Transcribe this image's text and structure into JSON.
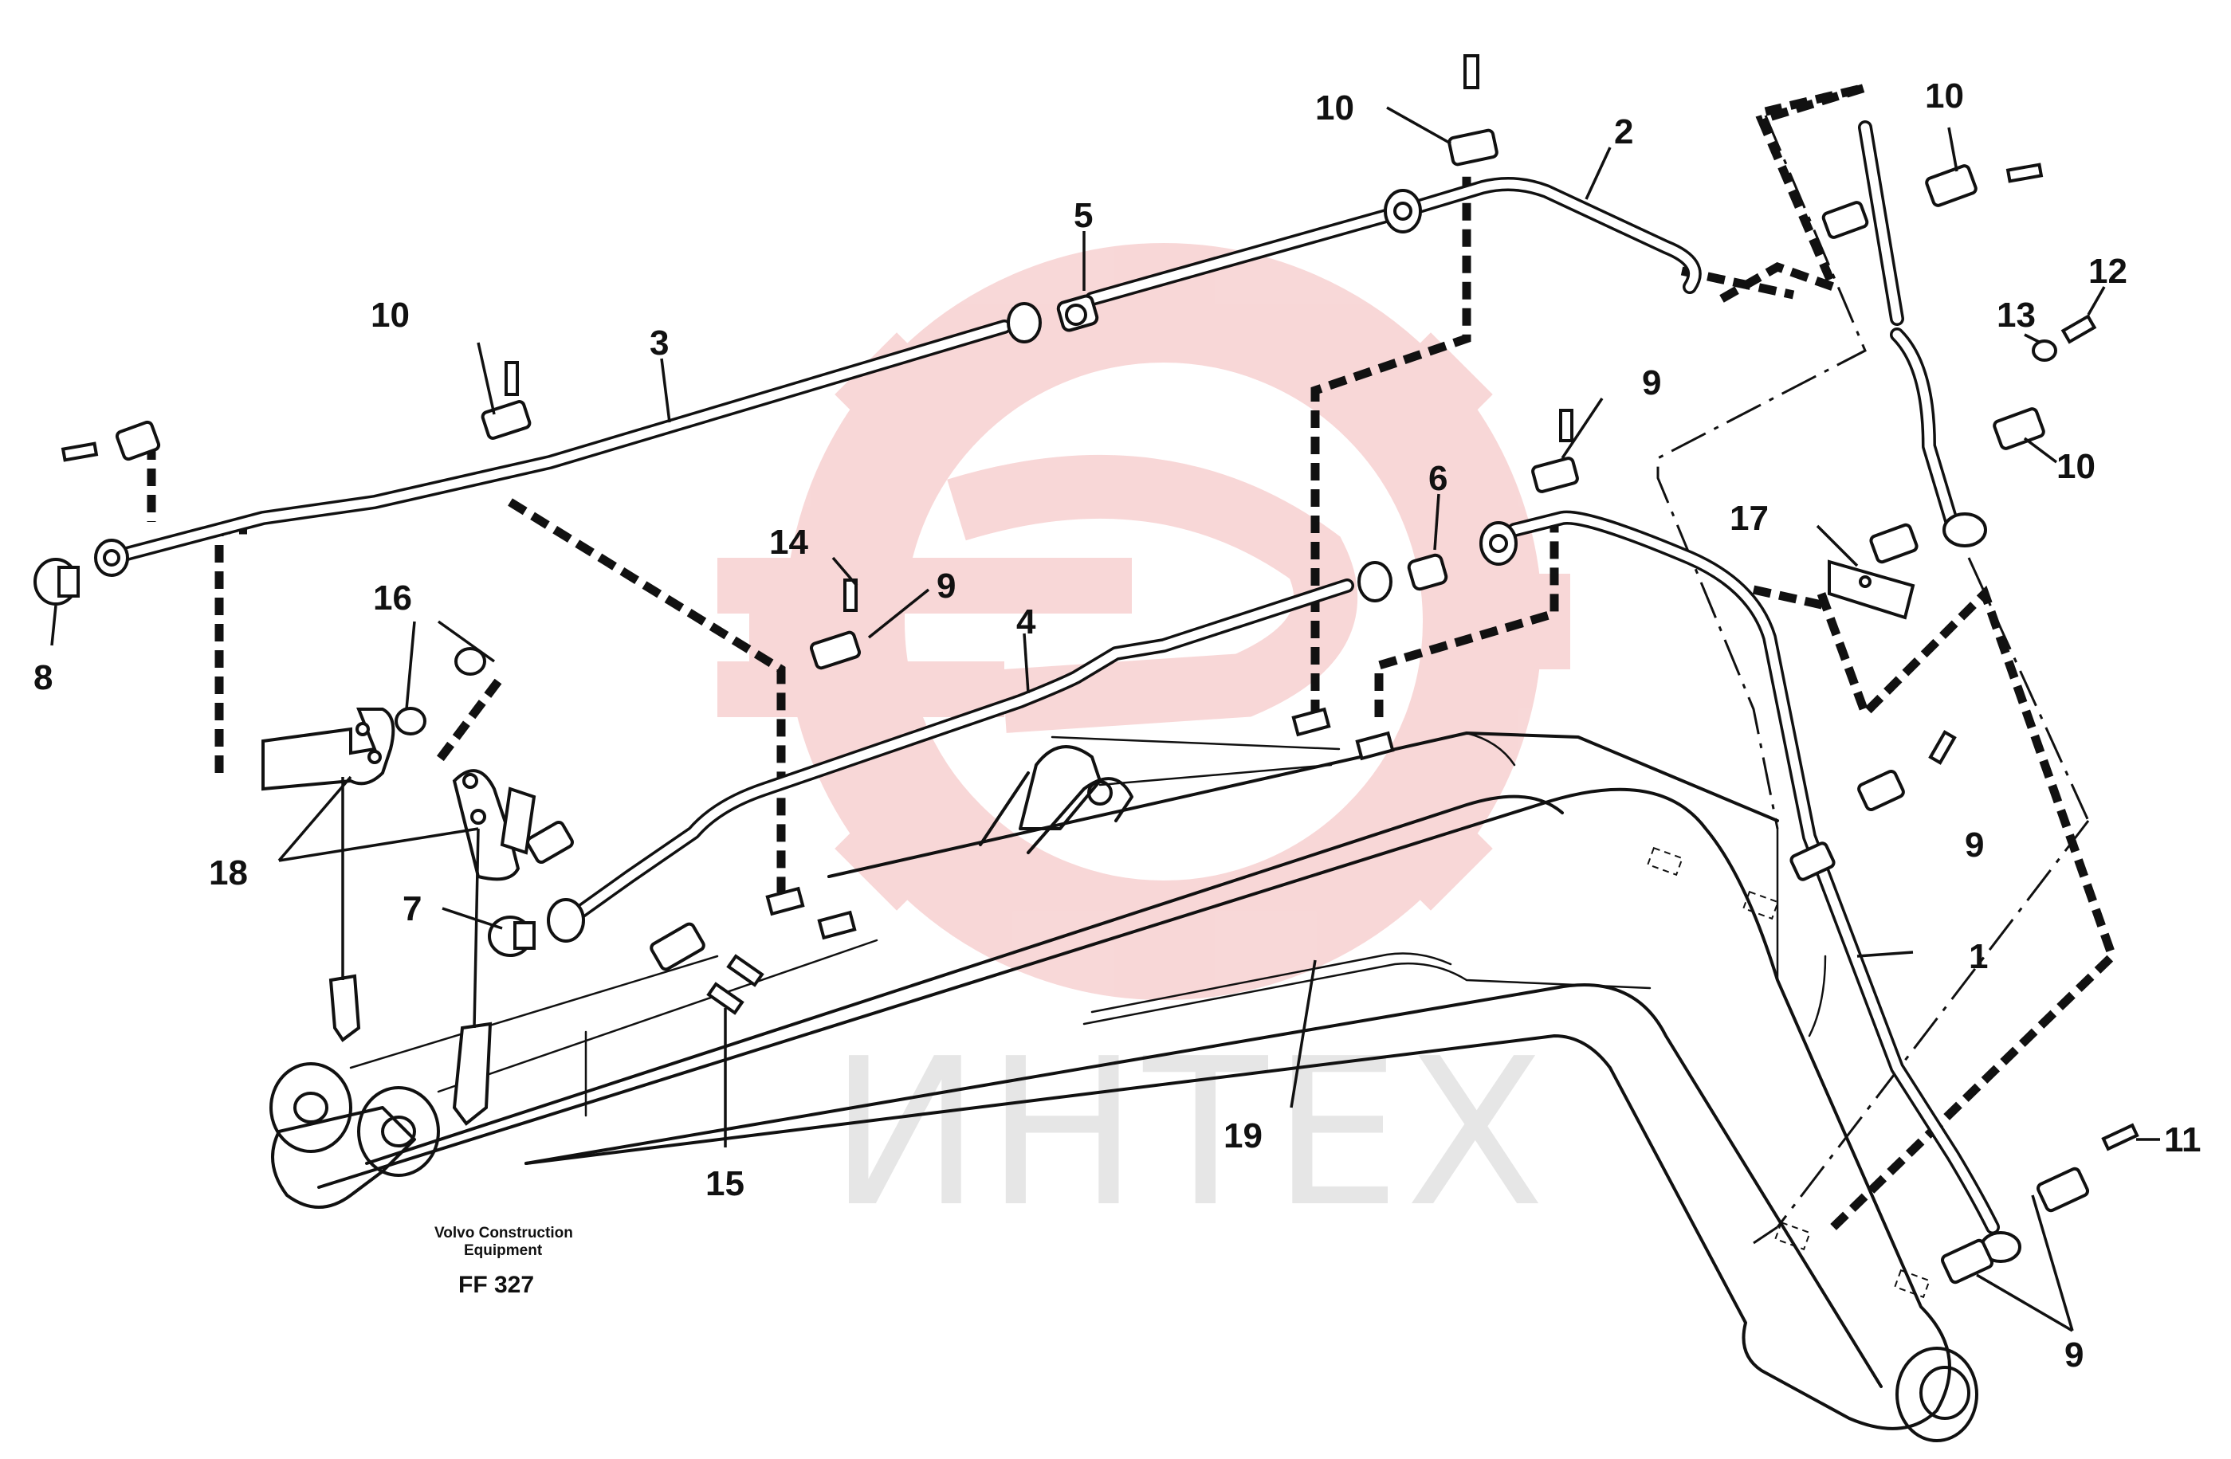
{
  "diagram": {
    "watermark_text": "ИНТЕХ",
    "watermark_color": "#f3b8b8",
    "caption": {
      "company_line1": "Volvo Construction",
      "company_line2": "Equipment",
      "figure_ref": "FF 327"
    },
    "callouts": {
      "c1": "1",
      "c2": "2",
      "c3": "3",
      "c4": "4",
      "c5": "5",
      "c6": "6",
      "c7": "7",
      "c8": "8",
      "c9a": "9",
      "c9b": "9",
      "c9c": "9",
      "c9d": "9",
      "c10a": "10",
      "c10b": "10",
      "c10c": "10",
      "c10d": "10",
      "c11": "11",
      "c12": "12",
      "c13": "13",
      "c14": "14",
      "c15": "15",
      "c16": "16",
      "c17": "17",
      "c18": "18",
      "c19": "19"
    }
  }
}
